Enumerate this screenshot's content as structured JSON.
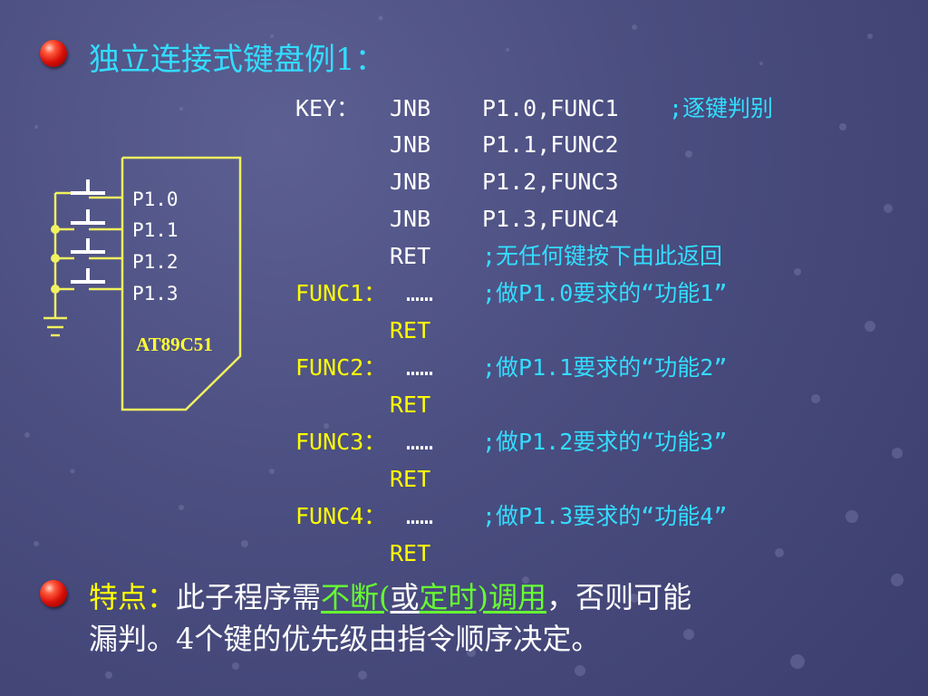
{
  "title": "独立连接式键盘例1：",
  "circuit": {
    "pins": [
      "P1.0",
      "P1.1",
      "P1.2",
      "P1.3"
    ],
    "chip_label": "AT89C51"
  },
  "code": {
    "key_label": "KEY：",
    "lines": [
      {
        "instr": "JNB",
        "operand": "P1.0,FUNC1",
        "comment": ";逐键判别"
      },
      {
        "instr": "JNB",
        "operand": "P1.1,FUNC2"
      },
      {
        "instr": "JNB",
        "operand": "P1.2,FUNC3"
      },
      {
        "instr": "JNB",
        "operand": "P1.3,FUNC4"
      },
      {
        "instr": "RET",
        "comment": ";无任何键按下由此返回"
      }
    ],
    "funcs": [
      {
        "label": "FUNC1：",
        "dots": "……",
        "comment": ";做P1.0要求的“功能1”",
        "ret": "RET"
      },
      {
        "label": "FUNC2：",
        "dots": "……",
        "comment": ";做P1.1要求的“功能2”",
        "ret": "RET"
      },
      {
        "label": "FUNC3：",
        "dots": "……",
        "comment": ";做P1.2要求的“功能3”",
        "ret": "RET"
      },
      {
        "label": "FUNC4：",
        "dots": "……",
        "comment": ";做P1.3要求的“功能4”",
        "ret": "RET"
      }
    ]
  },
  "feature": {
    "label": "特点：",
    "text1": "此子程序需",
    "u1": "不断(",
    "u2": "或",
    "u3": "定时)",
    "u4": "调用",
    "text2": "，否则可能",
    "line2": "漏判。4个键的优先级由指令顺序决定。"
  },
  "colors": {
    "background": "#4a4d7f",
    "title": "#33ddff",
    "label": "#ffff00",
    "comment": "#33ddff",
    "highlight": "#66ff33",
    "bullet": "#d80f08"
  }
}
